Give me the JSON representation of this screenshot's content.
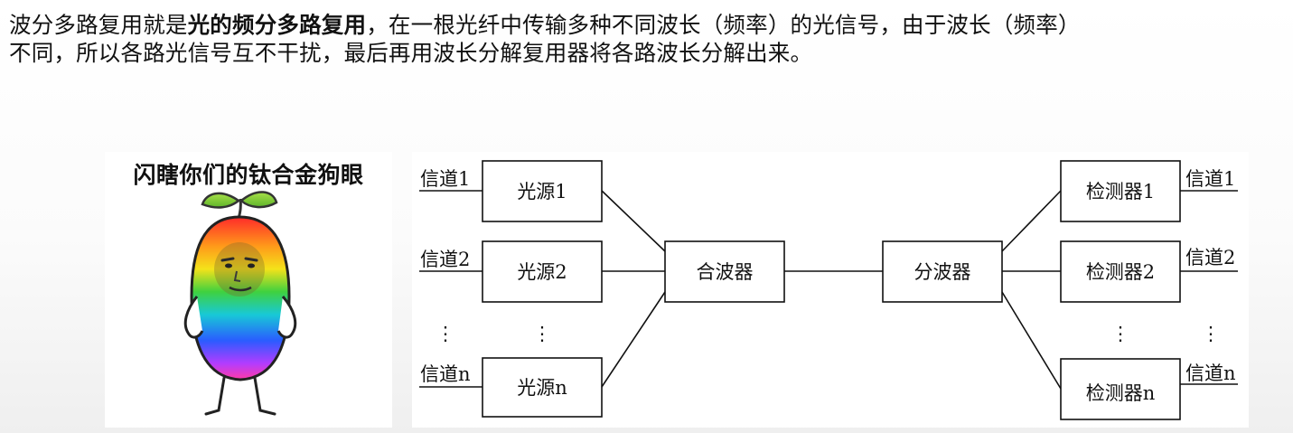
{
  "paragraph": {
    "line1_pre": "波分多路复用就是",
    "line1_bold": "光的频分多路复用",
    "line1_post": "，在一根光纤中传输多种不同波长（频率）的光信号，由于波长（频率）",
    "line2": "不同，所以各路光信号互不干扰，最后再用波长分解复用器将各路波长分解出来。"
  },
  "meme": {
    "caption": "闪瞎你们的钛合金狗眼"
  },
  "diagram": {
    "channels_in": [
      "信道1",
      "信道2",
      "信道n"
    ],
    "sources": [
      "光源1",
      "光源2",
      "光源n"
    ],
    "combiner": "合波器",
    "splitter": "分波器",
    "detectors": [
      "检测器1",
      "检测器2",
      "检测器n"
    ],
    "channels_out": [
      "信道1",
      "信道2",
      "信道n"
    ],
    "ellipsis": "⋮"
  }
}
